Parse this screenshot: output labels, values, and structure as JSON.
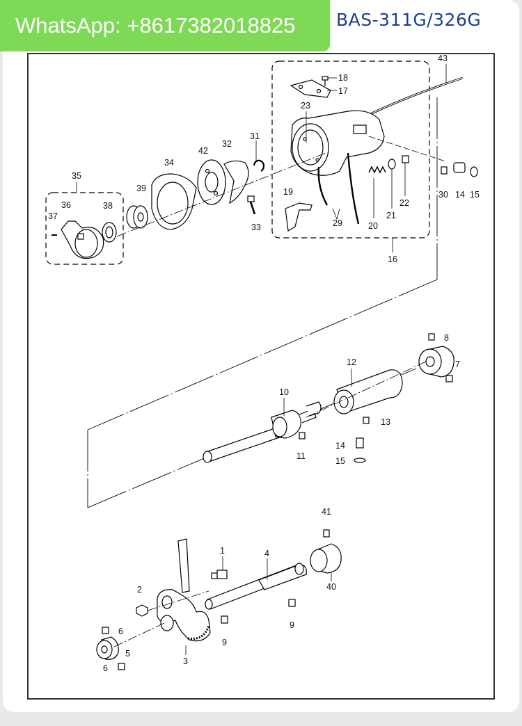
{
  "badge": {
    "text": "WhatsApp: +8617382018825"
  },
  "model": {
    "text": "BAS-311G/326G"
  },
  "colors": {
    "badge_bg": "#7ed957",
    "model_text": "#1d3f8c",
    "line": "#000000"
  },
  "part_numbers": [
    "43",
    "18",
    "17",
    "23",
    "31",
    "32",
    "42",
    "34",
    "35",
    "39",
    "36",
    "38",
    "37",
    "33",
    "19",
    "29",
    "20",
    "21",
    "22",
    "30",
    "14",
    "15",
    "16",
    "8",
    "7",
    "12",
    "10",
    "13",
    "11",
    "14",
    "15",
    "41",
    "1",
    "4",
    "40",
    "2",
    "9",
    "9",
    "6",
    "5",
    "3",
    "6"
  ]
}
